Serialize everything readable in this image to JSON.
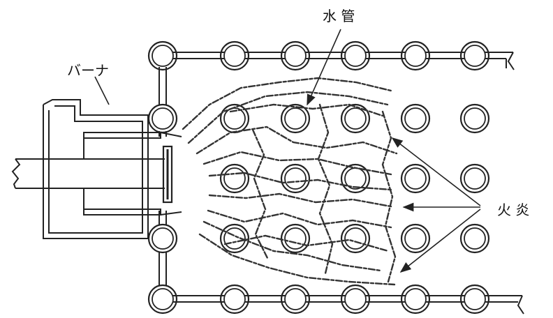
{
  "labels": {
    "water_tube": "水 管",
    "burner": "バーナ",
    "flame": "火 炎"
  },
  "colors": {
    "ink": "#222222",
    "background": "#ffffff"
  }
}
